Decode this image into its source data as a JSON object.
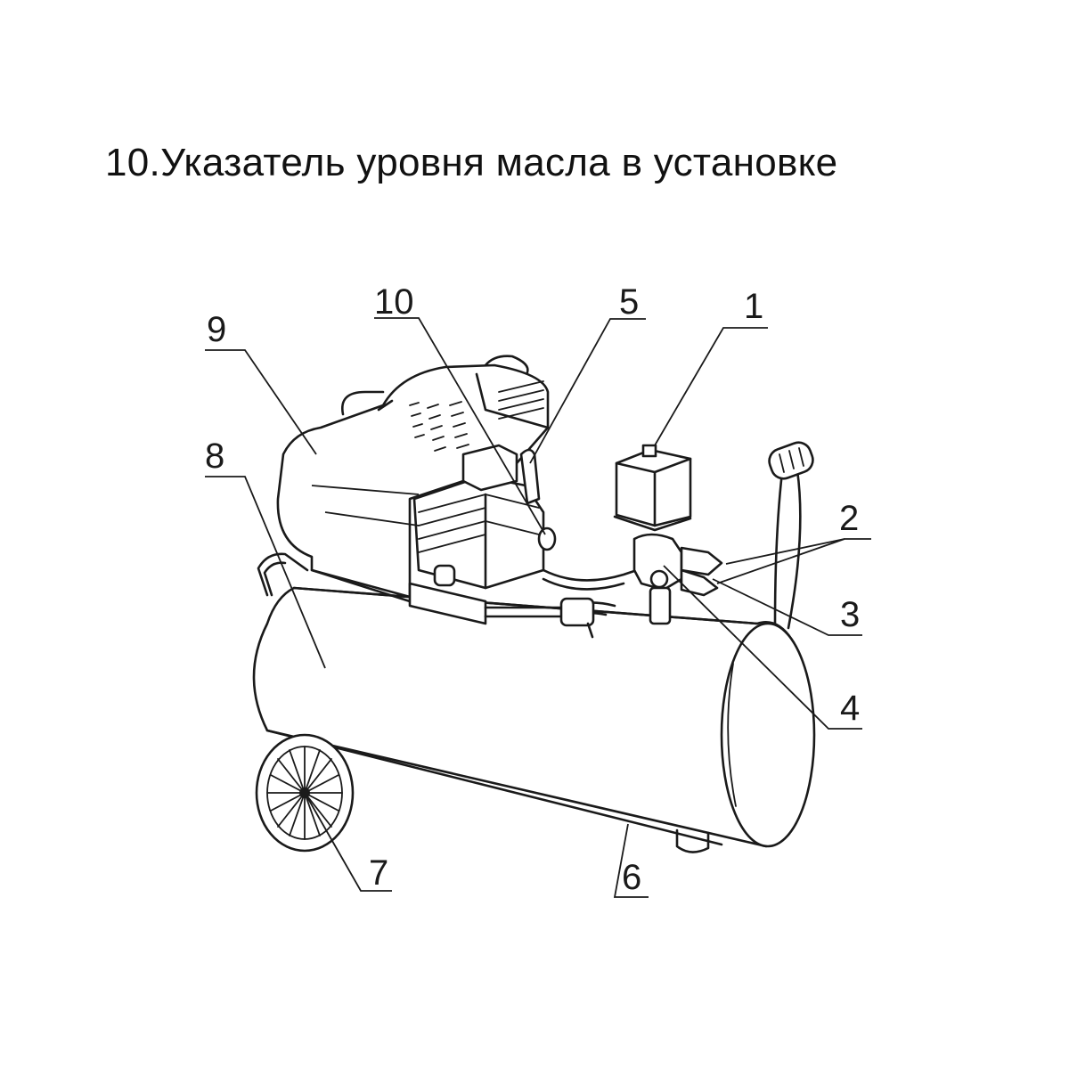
{
  "title": "10.Указатель уровня масла в установке",
  "callouts": {
    "c1": "1",
    "c2": "2",
    "c3": "3",
    "c4": "4",
    "c5": "5",
    "c6": "6",
    "c7": "7",
    "c8": "8",
    "c9": "9",
    "c10": "10"
  }
}
